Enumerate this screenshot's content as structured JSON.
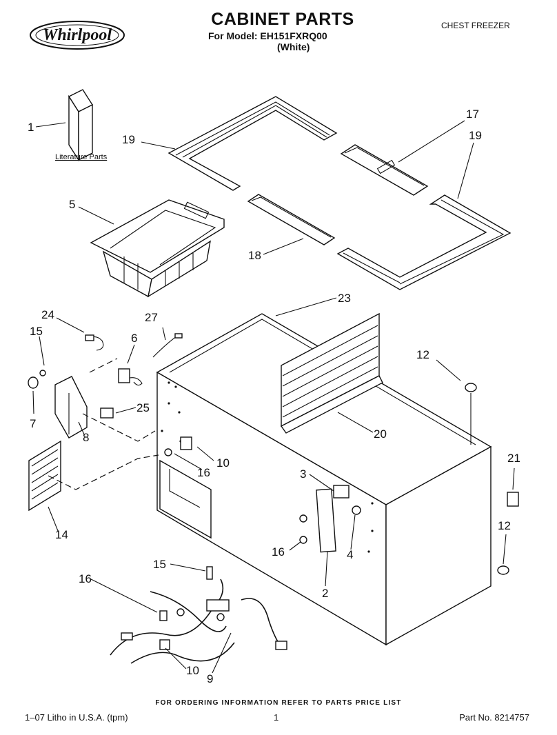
{
  "header": {
    "brand": "Whirlpool",
    "title": "CABINET PARTS",
    "model_line": "For Model: EH151FXRQ00",
    "color_line": "(White)",
    "product_type": "CHEST FREEZER"
  },
  "literature_label": "Literature Parts",
  "callouts": [
    "1",
    "19",
    "17",
    "19",
    "5",
    "18",
    "23",
    "24",
    "27",
    "6",
    "15",
    "12",
    "7",
    "25",
    "20",
    "8",
    "16",
    "10",
    "21",
    "3",
    "14",
    "16",
    "4",
    "12",
    "15",
    "16",
    "2",
    "10",
    "9"
  ],
  "footer": {
    "ordering_note": "FOR ORDERING INFORMATION REFER TO PARTS PRICE LIST",
    "litho": "1–07 Litho in U.S.A. (tpm)",
    "page": "1",
    "part_number": "Part No. 8214757"
  }
}
